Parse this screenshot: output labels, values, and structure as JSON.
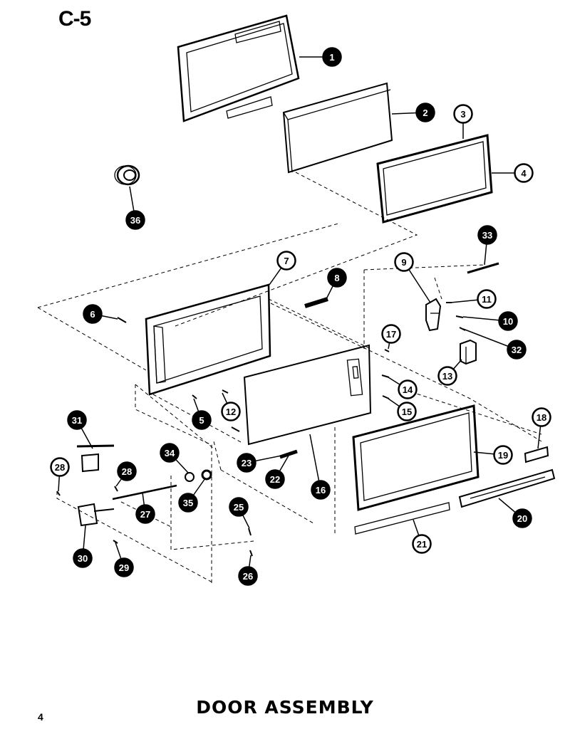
{
  "section_code": "C-5",
  "title": "DOOR ASSEMBLY",
  "page_number": "4",
  "callouts": [
    "1",
    "2",
    "3",
    "4",
    "5",
    "6",
    "7",
    "8",
    "9",
    "10",
    "11",
    "12",
    "13",
    "14",
    "15",
    "16",
    "17",
    "18",
    "19",
    "20",
    "21",
    "22",
    "23",
    "25",
    "26",
    "27",
    "28",
    "29",
    "30",
    "31",
    "32",
    "33",
    "34",
    "35",
    "36"
  ]
}
